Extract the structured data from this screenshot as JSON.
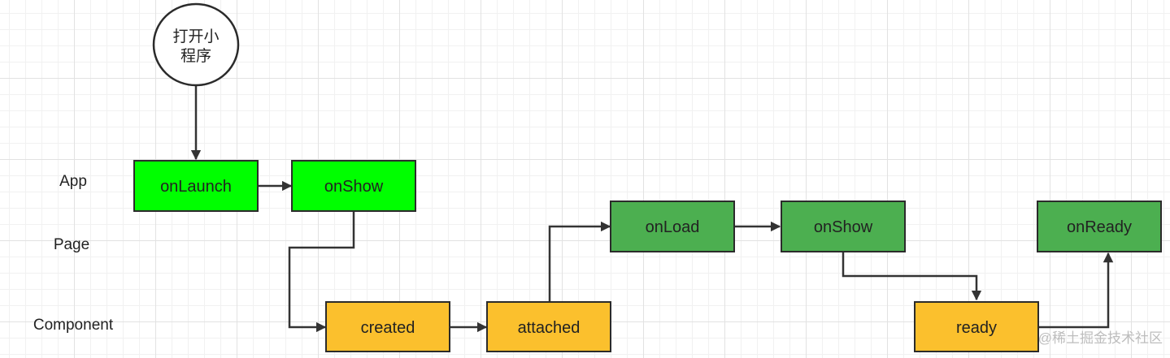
{
  "lanes": {
    "app": "App",
    "page": "Page",
    "component": "Component"
  },
  "start": {
    "line1": "打开小",
    "line2": "程序"
  },
  "nodes": {
    "app_onlaunch": "onLaunch",
    "app_onshow": "onShow",
    "comp_created": "created",
    "comp_attached": "attached",
    "page_onload": "onLoad",
    "page_onshow": "onShow",
    "comp_ready": "ready",
    "page_onready": "onReady"
  },
  "colors": {
    "app": "#00ff00",
    "page": "#4caf50",
    "component": "#fbc02d",
    "start": "#ffffff"
  },
  "watermark": "@稀土掘金技术社区"
}
